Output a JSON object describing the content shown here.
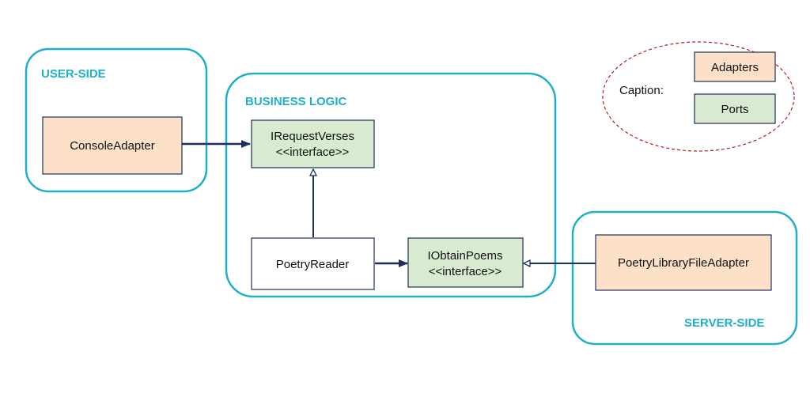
{
  "zones": {
    "user_side": "USER-SIDE",
    "business_logic": "BUSINESS LOGIC",
    "server_side": "SERVER-SIDE"
  },
  "nodes": {
    "console_adapter": "ConsoleAdapter",
    "irequest_verses": "IRequestVerses",
    "irequest_verses_stereotype": "<<interface>>",
    "poetry_reader": "PoetryReader",
    "iobtain_poems": "IObtainPoems",
    "iobtain_poems_stereotype": "<<interface>>",
    "poetry_library_file_adapter": "PoetryLibraryFileAdapter"
  },
  "legend": {
    "caption": "Caption:",
    "adapters": "Adapters",
    "ports": "Ports"
  },
  "colors": {
    "zone_border": "#1fb0c8",
    "adapter_fill": "#fce1c8",
    "port_fill": "#d8ebd0",
    "arrow": "#1f2f5c",
    "caption_border": "#b01c1c"
  }
}
